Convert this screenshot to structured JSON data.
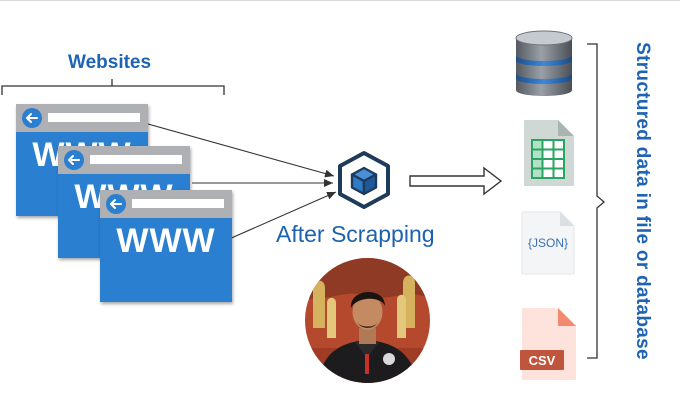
{
  "diagram": {
    "websites_label": "Websites",
    "process_label": "After Scrapping",
    "output_label": "Structured data in file or database",
    "browser_windows": [
      {
        "text": "WWW"
      },
      {
        "text": "WWW"
      },
      {
        "text": "WWW"
      }
    ],
    "outputs": [
      {
        "icon": "database-icon"
      },
      {
        "icon": "spreadsheet-icon"
      },
      {
        "icon": "json-file-icon",
        "text": "{JSON}"
      },
      {
        "icon": "csv-file-icon",
        "text": "CSV"
      }
    ],
    "colors": {
      "label_blue": "#1f63b3",
      "window_blue": "#2a7fd0",
      "title_bar_gray": "#aeb0b3",
      "connector": "#333333"
    }
  }
}
